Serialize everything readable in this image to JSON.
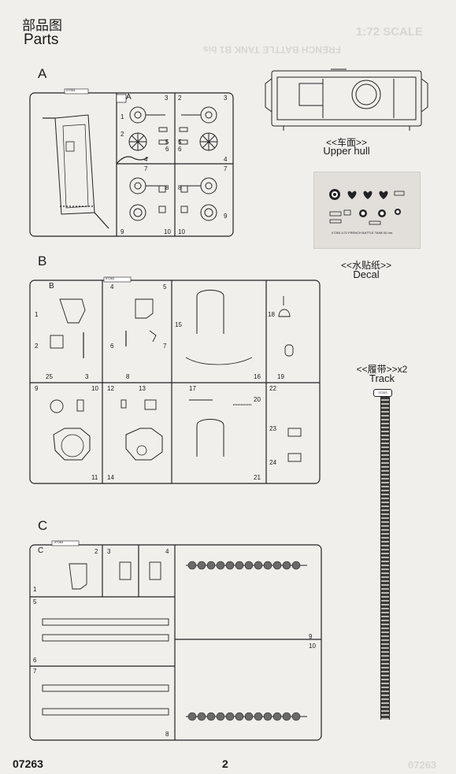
{
  "header": {
    "title_cn": "部品图",
    "title_en": "Parts",
    "scale_text": "1:72 SCALE",
    "product_title": "FRENCH BATTLE TANK B1 bis"
  },
  "sections": {
    "a": {
      "letter": "A",
      "sprue_code": "07263",
      "labels": [
        "1",
        "2",
        "3",
        "4",
        "5",
        "6",
        "7",
        "8",
        "9",
        "10",
        "2",
        "3",
        "4",
        "5",
        "6",
        "7",
        "8",
        "9",
        "10"
      ]
    },
    "b": {
      "letter": "B",
      "sprue_code": "07263",
      "labels": [
        "1",
        "2",
        "3",
        "4",
        "5",
        "6",
        "7",
        "8",
        "9",
        "10",
        "11",
        "12",
        "13",
        "14",
        "15",
        "16",
        "17",
        "18",
        "19",
        "20",
        "21",
        "22",
        "23",
        "24",
        "25"
      ]
    },
    "c": {
      "letter": "C",
      "sprue_code": "07263",
      "labels": [
        "1",
        "2",
        "3",
        "4",
        "5",
        "6",
        "7",
        "8",
        "9",
        "10"
      ]
    }
  },
  "upper_hull": {
    "caption_cn": "<<车面>>",
    "caption_en": "Upper hull"
  },
  "decal": {
    "caption_cn": "<<水贴纸>>",
    "caption_en": "Decal",
    "sheet_text": "07263 1/72 FRENCH BATTLE TANK B1 bis"
  },
  "track": {
    "caption_cn": "<<履带>>x2",
    "caption_en": "Track",
    "code": "07263"
  },
  "footer": {
    "code": "07263",
    "page_number": "2",
    "faded_code": "07263"
  },
  "colors": {
    "paper": "#f1efec",
    "ink": "#1a1a1a",
    "ghost": "#d9d6d1"
  }
}
